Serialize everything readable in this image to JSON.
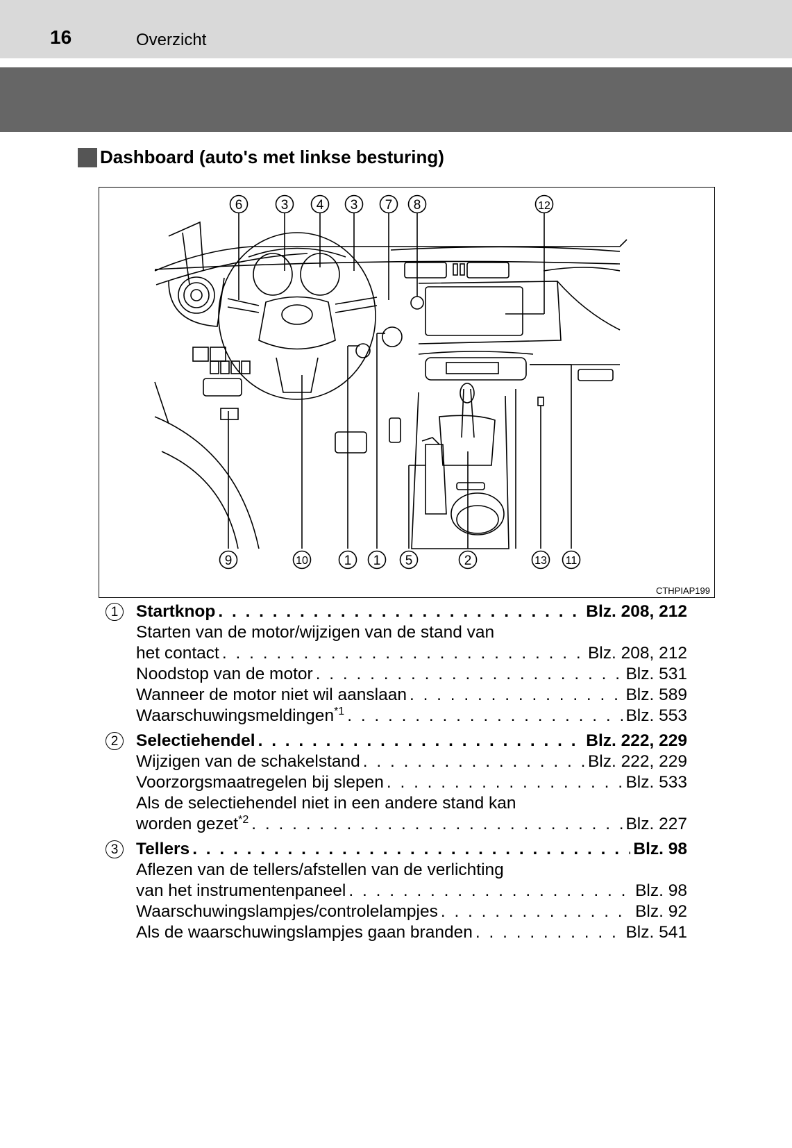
{
  "header": {
    "page_number": "16",
    "section": "Overzicht"
  },
  "heading": "Dashboard (auto's met linkse besturing)",
  "figure": {
    "code": "CTHPIAP199",
    "callouts_top": [
      "6",
      "3",
      "4",
      "3",
      "7",
      "8",
      "12"
    ],
    "callouts_bottom": [
      "9",
      "10",
      "1",
      "1",
      "5",
      "2",
      "13",
      "11"
    ]
  },
  "items": [
    {
      "number": "1",
      "title": "Startknop",
      "title_ref": "Blz. 208, 212",
      "entries": [
        {
          "text": "Starten van de motor/wijzigen van de stand van",
          "ref": ""
        },
        {
          "text": "het contact",
          "ref": "Blz. 208, 212"
        },
        {
          "text": "Noodstop van de motor",
          "ref": "Blz. 531"
        },
        {
          "text": "Wanneer de motor niet wil aanslaan",
          "ref": "Blz. 589"
        },
        {
          "text": "Waarschuwingsmeldingen",
          "sup": "*1",
          "ref": "Blz. 553"
        }
      ]
    },
    {
      "number": "2",
      "title": "Selectiehendel",
      "title_ref": "Blz. 222, 229",
      "entries": [
        {
          "text": "Wijzigen van de schakelstand",
          "ref": "Blz. 222, 229"
        },
        {
          "text": "Voorzorgsmaatregelen bij slepen",
          "ref": "Blz. 533"
        },
        {
          "text": "Als de selectiehendel niet in een andere stand kan",
          "ref": ""
        },
        {
          "text": "worden gezet",
          "sup": "*2",
          "ref": "Blz. 227"
        }
      ]
    },
    {
      "number": "3",
      "title": "Tellers",
      "title_ref": "Blz. 98",
      "entries": [
        {
          "text": "Aflezen van de tellers/afstellen van de verlichting",
          "ref": ""
        },
        {
          "text": "van het instrumentenpaneel",
          "ref": "Blz. 98"
        },
        {
          "text": "Waarschuwingslampjes/controlelampjes",
          "ref": "Blz. 92"
        },
        {
          "text": "Als de waarschuwingslampjes gaan branden",
          "ref": "Blz. 541"
        }
      ]
    }
  ]
}
